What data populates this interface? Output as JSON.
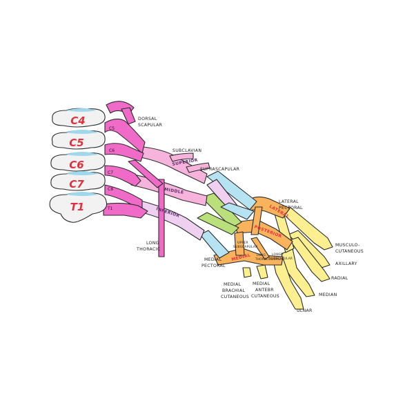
{
  "vertebrae": [
    "C4",
    "C5",
    "C6",
    "C7",
    "T1"
  ],
  "root_labels": [
    "C5",
    "C6",
    "C7",
    "C8",
    "T1"
  ],
  "trunks": {
    "superior": "SUPERIOR",
    "middle": "MIDDLE",
    "inferior": "INFERIOR"
  },
  "cords": {
    "lateral": "LATERAL",
    "posterior": "POSTERIOR",
    "medial": "MEDIAL"
  },
  "branches": {
    "dorsal_scapular": [
      "DORSAL",
      "SCAPULAR"
    ],
    "subclavian": "SUBCLAVIAN",
    "suprascapular": "SUPRASCAPULAR",
    "long_thoracic": [
      "LONG",
      "THORACIC"
    ],
    "lateral_pectoral": [
      "LATERAL",
      "PECTORAL"
    ],
    "upper_subscapular": [
      "UPPER",
      "SUBSCAPULAR"
    ],
    "thoracodorsal": [
      "LONG",
      "THORACODORSAL"
    ],
    "lower_subscapular": [
      "LOWER",
      "SUBSCAPULAR"
    ],
    "medial_pectoral": [
      "MEDIAL",
      "PECTORAL"
    ],
    "medial_brachial": [
      "MEDIAL",
      "BRACHIAL",
      "CUTANEOUS"
    ],
    "medial_antebr": [
      "MEDIAL",
      "ANTEBR",
      "CUTANEOUS"
    ],
    "musculocutaneous": [
      "MUSCULO-",
      "CUTANEOUS"
    ],
    "axillary": "AXILLARY",
    "radial": "RADIAL",
    "median": "MEDIAN",
    "ulnar": "ULNAR"
  },
  "colors": {
    "magenta": "#f06bc8",
    "pink_light": "#f6b3dc",
    "lavender": "#efd0f0",
    "blue": "#b6e3f2",
    "green": "#b9e07a",
    "orange": "#f9b35d",
    "yellow": "#fbef8f",
    "vertebra_blue": "#9fd8ea",
    "label_red": "#e0303a"
  }
}
